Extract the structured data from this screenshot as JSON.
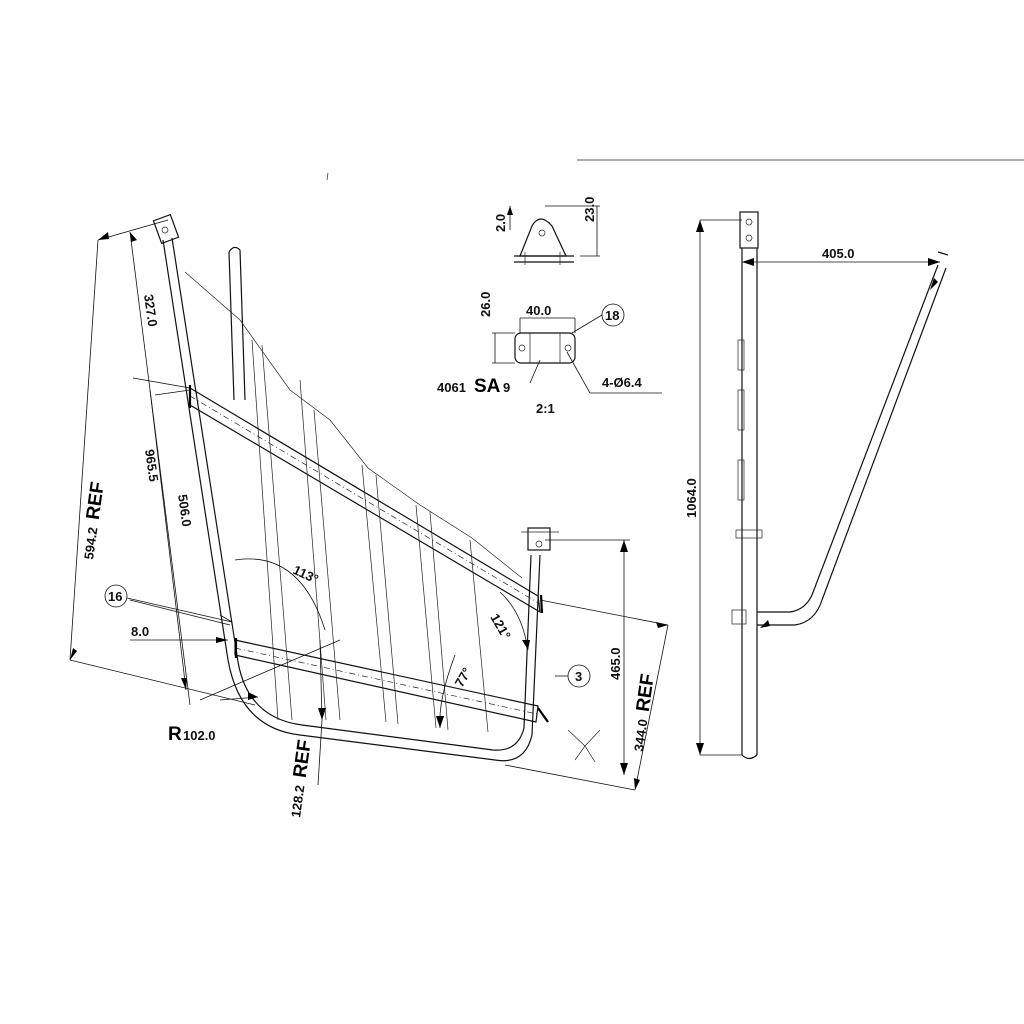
{
  "dimensions": {
    "d_327": "327.0",
    "d_965": "965.5",
    "d_506": "506.0",
    "d_594": "594.2",
    "d_594_suffix": "REF",
    "d_8": "8.0",
    "d_r102_prefix": "R",
    "d_r102": "102.0",
    "d_128": "128.2",
    "d_128_suffix": "REF",
    "angle_113": "113°",
    "angle_121": "121°",
    "angle_77": "77°",
    "d_465": "465.0",
    "d_344": "344.0",
    "d_344_suffix": "REF",
    "d_1064": "1064.0",
    "d_405": "405.0"
  },
  "balloons": {
    "b16": "16",
    "b3": "3",
    "b18": "18"
  },
  "detail": {
    "d_23": "23.0",
    "d_2": "2.0",
    "d_26": "26.0",
    "d_40": "40.0",
    "material_prefix": "4061",
    "material_main": "SA",
    "material_suffix": "9",
    "holes": "4-Ø6.4",
    "scale": "2:1"
  }
}
